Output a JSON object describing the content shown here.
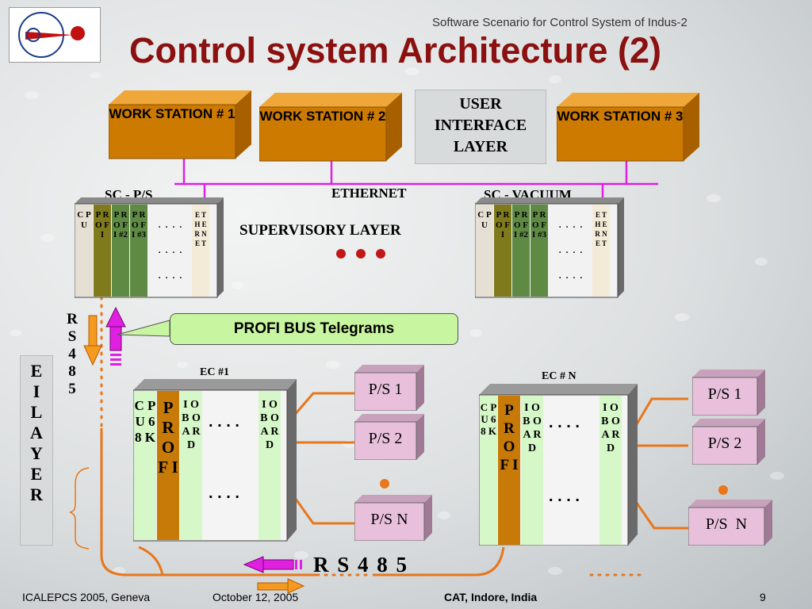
{
  "header": {
    "subtitle": "Software Scenario for Control System of Indus-2",
    "title": "Control system Architecture (2)"
  },
  "workstations": [
    {
      "label": "WORK STATION # 1"
    },
    {
      "label": "WORK STATION # 2"
    },
    {
      "label": "WORK STATION # 3"
    }
  ],
  "layers": {
    "user_interface": "USER INTERFACE LAYER",
    "supervisory": "SUPERVISORY LAYER",
    "eil": "E I L A Y E R"
  },
  "network": {
    "ethernet": "ETHERNET",
    "rs485_vertical": "R S 4 8 5",
    "rs485_horizontal": "R S 4 8 5"
  },
  "supervisory_crates": [
    {
      "title": "SC - P/S",
      "cards": [
        "C P U",
        "P R O F I",
        "P R O F I #2",
        "P R O F I #3",
        "E T H E R N E T"
      ]
    },
    {
      "title": "SC - VACUUM",
      "cards": [
        "C P U",
        "P R O F I",
        "P R O F I #2",
        "P R O F I #3",
        "E T H E R N E T"
      ]
    }
  ],
  "callout": "PROFI BUS Telegrams",
  "equipment_controllers": [
    {
      "title": "EC #1",
      "cards": [
        "C P U 6 8 K",
        "P R O F I",
        "I O B O A R D",
        "I O B O A R D"
      ],
      "devices": [
        "P/S 1",
        "P/S 2",
        "P/S N"
      ]
    },
    {
      "title": "EC # N",
      "cards": [
        "C P U 6 8 K",
        "P R O F I",
        "I O B O A R D",
        "I O B O A R D"
      ],
      "devices": [
        "P/S 1",
        "P/S 2",
        "P/S  N"
      ]
    }
  ],
  "footer": {
    "conference": "ICALEPCS 2005, Geneva",
    "date": "October 12, 2005",
    "org": "CAT, Indore, India",
    "page": "9"
  },
  "colors": {
    "title": "#8b1010",
    "workstation": "#cc7a00",
    "ethernet_line": "#e020e0",
    "rs485_line": "#e8761a",
    "profi_card": "#7f7a1c",
    "profi_card2": "#5f8a44",
    "io_card": "#d6f7c8",
    "device": "#e8c0dc",
    "callout": "#c8f5a0"
  }
}
